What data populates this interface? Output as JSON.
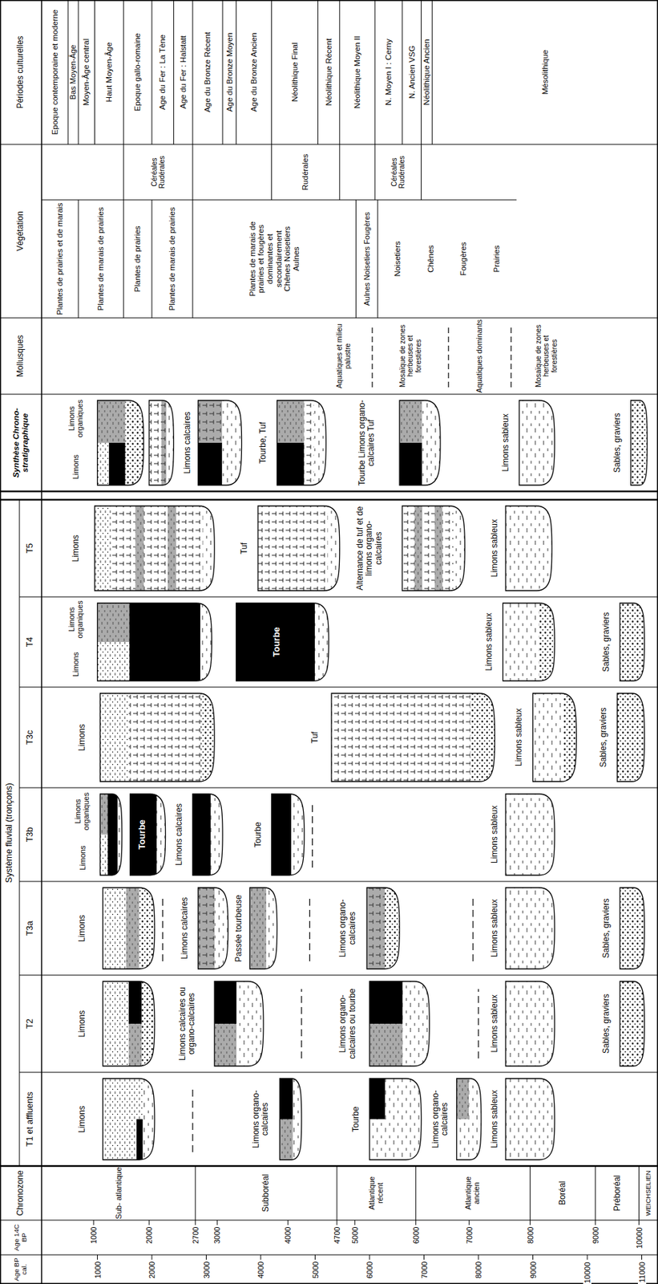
{
  "diagram": {
    "nodes": [
      {
        "text": [
          "Age BP cal."
        ]
      },
      {
        "text": [
          "Age 14C BP"
        ]
      },
      {
        "text": [
          "Chronozone"
        ]
      },
      {
        "text": [
          "Système fluvial (tronçons)"
        ]
      },
      {
        "text": [
          "T1 et affluents"
        ],
        "in": 3
      },
      {
        "text": [
          "T2"
        ],
        "in": 3
      },
      {
        "text": [
          "T3a"
        ],
        "in": 3
      },
      {
        "text": [
          "T3b"
        ],
        "in": 3
      },
      {
        "text": [
          "T3c"
        ],
        "in": 3
      },
      {
        "text": [
          "T4"
        ],
        "in": 3
      },
      {
        "text": [
          "T5"
        ],
        "in": 3
      },
      {
        "text": [
          "Synthèse Chrono-stratigraphique"
        ]
      },
      {
        "text": [
          "Mollusques"
        ]
      },
      {
        "text": [
          "Végétation"
        ]
      },
      {
        "text": [
          "Périodes culturelles"
        ]
      },
      {
        "text": [
          "Sub- atlantique"
        ]
      },
      {
        "text": [
          "Subboréal"
        ]
      },
      {
        "text": [
          "Atlantique récent"
        ]
      },
      {
        "text": [
          "Atlantique ancien"
        ]
      },
      {
        "text": [
          "Boréal"
        ]
      },
      {
        "text": [
          "Préboréal"
        ]
      },
      {
        "text": [
          "WEICHSELIEN"
        ]
      },
      {
        "text": [
          "Aquatiques et milieu palustre"
        ]
      },
      {
        "text": [
          "Mosaïque de zones herbeuses et forestières"
        ]
      },
      {
        "text": [
          "Aquatiques dominants"
        ]
      },
      {
        "text": [
          "Mosaïque de zones herbeuses et forestières"
        ]
      },
      {
        "text": [
          "Plantes de prairies et de marais"
        ]
      },
      {
        "text": [
          "Plantes de marais de prairies"
        ]
      },
      {
        "text": [
          "Plantes de prairies"
        ]
      },
      {
        "text": [
          "Plantes de marais de prairies"
        ]
      },
      {
        "text": [
          "Plantes de marais de prairies et fougères dominantes et secondairement Chênes Noisetiers Aulnes"
        ]
      },
      {
        "text": [
          "Aulnes Noisetiers Fougères"
        ]
      },
      {
        "text": [
          "Noisetiers",
          "Chênes",
          "Fougères",
          "Prairies"
        ]
      },
      {
        "text": [
          "Céréales Rudérales"
        ]
      },
      {
        "text": [
          "Rudérales"
        ]
      },
      {
        "text": [
          "Céréales Rudérales"
        ]
      },
      {
        "text": [
          "Epoque contemporaine et moderne"
        ]
      },
      {
        "text": [
          "Bas Moyen-Âge"
        ]
      },
      {
        "text": [
          "Moyen-Âge central"
        ]
      },
      {
        "text": [
          "Haut Moyen-Âge"
        ]
      },
      {
        "text": [
          "Epoque gallo-romaine"
        ]
      },
      {
        "text": [
          "Age du Fer : La Tène"
        ]
      },
      {
        "text": [
          "Age du Fer : Halstatt"
        ]
      },
      {
        "text": [
          "Age du Bronze Récent"
        ]
      },
      {
        "text": [
          "Age du Bronze Moyen"
        ]
      },
      {
        "text": [
          "Age du Bronze Ancien"
        ]
      },
      {
        "text": [
          "Néolithique Final"
        ]
      },
      {
        "text": [
          "Néolithique Récent"
        ]
      },
      {
        "text": [
          "Néolithique Moyen II"
        ]
      },
      {
        "text": [
          "N. Moyen I : Cerny"
        ]
      },
      {
        "text": [
          "N. Ancien VSG"
        ]
      },
      {
        "text": [
          "Néolithique Ancien"
        ]
      },
      {
        "text": [
          "Mésolithique"
        ]
      }
    ],
    "labels": [
      "1000",
      "2000",
      "3000",
      "4000",
      "5000",
      "6000",
      "7000",
      "8000",
      "9000",
      "10000",
      "11000",
      "1000",
      "2000",
      "2700",
      "3000",
      "4000",
      "4700",
      "5000",
      "6000",
      "7000",
      "8000",
      "9000",
      "10000",
      "Limons",
      "Limons organo-calcaires",
      "Tourbe",
      "Limons organo-calcaires",
      "Limons sableux",
      "Limons",
      "Limons calcaires ou organo-calcaires",
      "Limons organo-calcaires ou tourbe",
      "Limons sableux",
      "Sables, graviers",
      "Limons",
      "Limons calcaires",
      "Passée tourbeuse",
      "Limons organo-calcaires",
      "Limons sableux",
      "Sables, graviers",
      "Limons",
      "Limons organiques",
      "Tourbe",
      "Limons calcaires",
      "Tourbe",
      "Limons sableux",
      "Limons",
      "Tuf",
      "Limons sableux",
      "Sables, graviers",
      "Limons",
      "Limons organiques",
      "Tourbe",
      "Limons sableux",
      "Sables, graviers",
      "Limons",
      "Tuf",
      "Alternance de tuf et de limons organo-calcaires",
      "Limons sableux",
      "Limons",
      "Limons organiques",
      "Limons calcaires",
      "Tourbe, Tuf",
      "Tourbe Limons organo-calcaires Tuf",
      "Limons sableux",
      "Sables, graviers"
    ]
  }
}
